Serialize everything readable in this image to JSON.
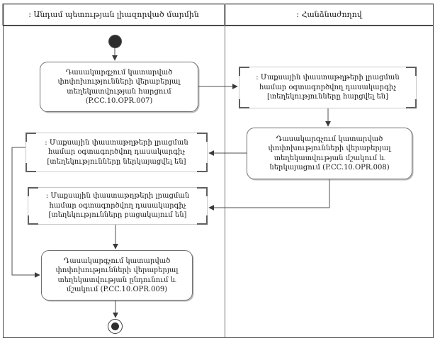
{
  "lanes": [
    {
      "label": ": Անդամ պետության լիազորված մարմին"
    },
    {
      "label": ": Հանձնաժողով"
    }
  ],
  "nodes": {
    "a1": {
      "label": "Դասակարգչում կատարված փոփոխությունների վերաբերյալ տեղեկատվության հարցում (P.CC.10.OPR.007)"
    },
    "b1": {
      "label": ": Մաքսային փաստաթղթերի լրացման համար օգտագործվող դասակարգիչ [տեղեկությունները հարցվել են]"
    },
    "b2": {
      "label": "Դասակարգչում կատարված փոփոխությունների վերաբերյալ տեղեկատվության մշակում և ներկայացում (P.CC.10.OPR.008)"
    },
    "c1": {
      "label": ": Մաքսային փաստաթղթերի լրացման համար օգտագործվող դասակարգիչ [տեղեկությունները ներկայացվել են]"
    },
    "c2": {
      "label": ": Մաքսային փաստաթղթերի լրացման համար օգտագործվող դասակարգիչ [տեղեկությունները բացակայում են]"
    },
    "d": {
      "label": "Դասակարգչում կատարված փոփոխությունների վերաբերյալ տեղեկատվության ընդունում և մշակում (P.CC.10.OPR.009)"
    }
  },
  "colors": {
    "line": "#4f4f4f",
    "node_border": "#6f6f6f",
    "background": "#ffffff"
  }
}
